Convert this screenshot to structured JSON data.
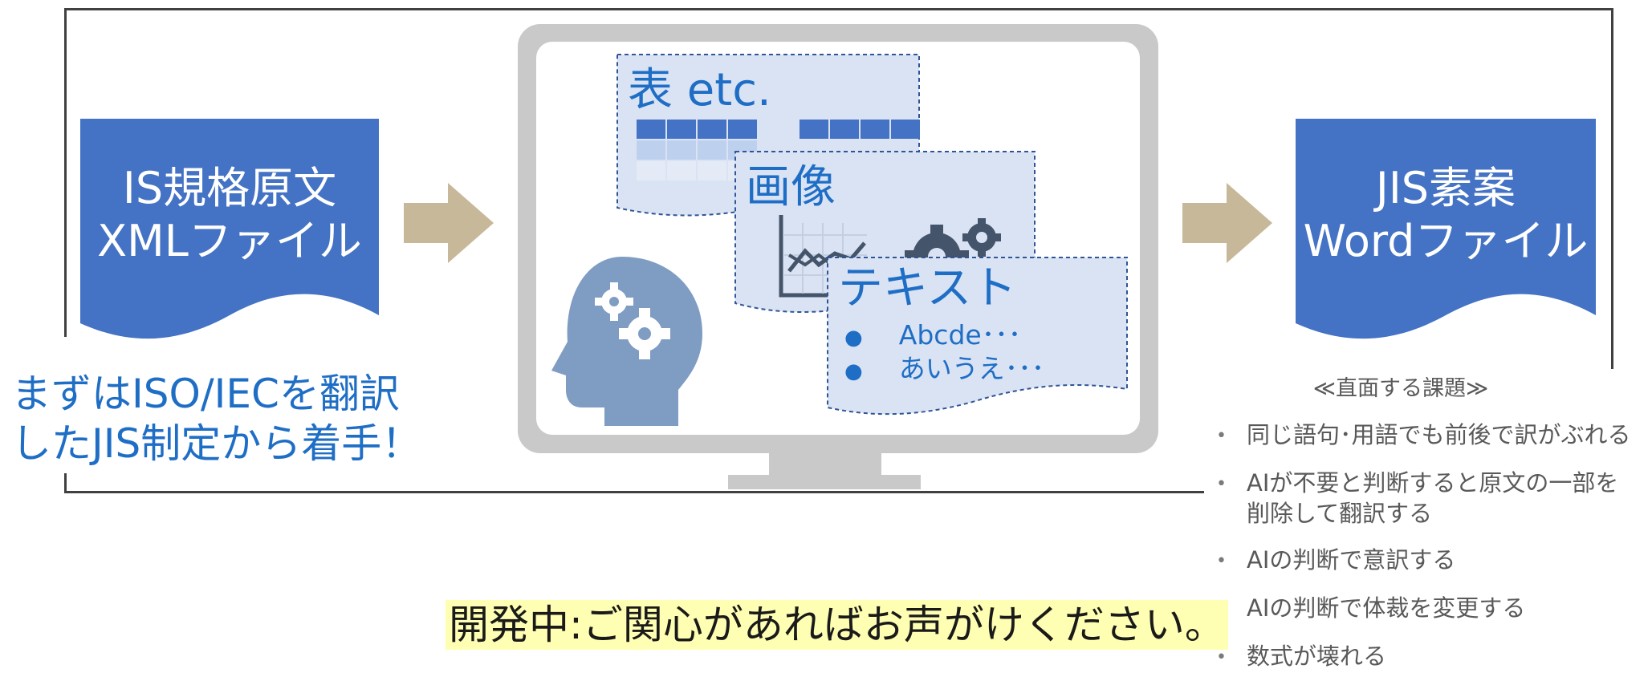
{
  "left_doc": {
    "line1": "IS規格原文",
    "line2": "XMLファイル"
  },
  "right_doc": {
    "line1": "JIS素案",
    "line2": "Wordファイル"
  },
  "cards": {
    "table_title": "表 etc.",
    "image_title": "画像",
    "text_title": "テキスト",
    "text_bullets": [
      "Abcde･･･",
      "あいうえ･･･"
    ]
  },
  "left_caption": {
    "line1": "まずはISO/IECを翻訳",
    "line2": "したJIS制定から着手！"
  },
  "issues": {
    "title": "≪直面する課題≫",
    "items": [
      [
        "同じ語句･用語でも前後で訳がぶれる"
      ],
      [
        "AIが不要と判断すると原文の一部を",
        "削除して翻訳する"
      ],
      [
        "AIの判断で意訳する"
      ],
      [
        "AIの判断で体裁を変更する"
      ],
      [
        "数式が壊れる"
      ]
    ]
  },
  "footer_note": "開発中:ご関心があればお声がけください。",
  "colors": {
    "doc_blue": "#4472c4",
    "text_blue": "#1f6ec6",
    "arrow": "#c8b89a",
    "card_fill": "#dae3f3",
    "highlight": "#ffffb3"
  }
}
